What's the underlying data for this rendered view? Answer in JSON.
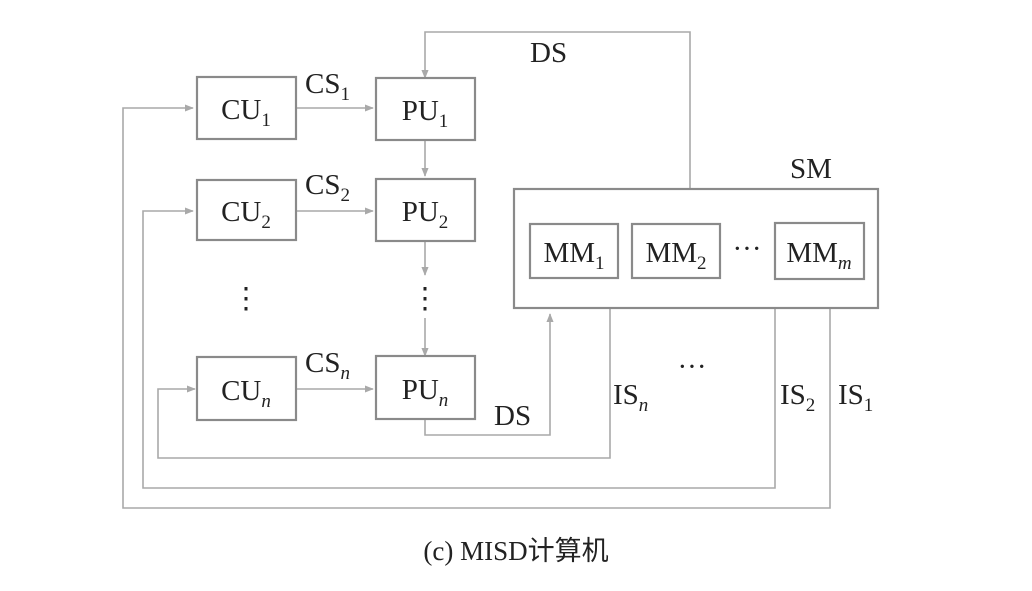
{
  "colors": {
    "wire": "#a9a9a9",
    "box_border": "#8a8a8a",
    "text": "#222222",
    "background": "#ffffff"
  },
  "cu": [
    {
      "base": "CU",
      "sub": "1",
      "sub_italic": false
    },
    {
      "base": "CU",
      "sub": "2",
      "sub_italic": false
    },
    {
      "base": "CU",
      "sub": "n",
      "sub_italic": true
    }
  ],
  "pu": [
    {
      "base": "PU",
      "sub": "1",
      "sub_italic": false
    },
    {
      "base": "PU",
      "sub": "2",
      "sub_italic": false
    },
    {
      "base": "PU",
      "sub": "n",
      "sub_italic": true
    }
  ],
  "cs": [
    {
      "base": "CS",
      "sub": "1",
      "sub_italic": false
    },
    {
      "base": "CS",
      "sub": "2",
      "sub_italic": false
    },
    {
      "base": "CS",
      "sub": "n",
      "sub_italic": true
    }
  ],
  "sm": {
    "label": "SM",
    "mm": [
      {
        "base": "MM",
        "sub": "1",
        "sub_italic": false
      },
      {
        "base": "MM",
        "sub": "2",
        "sub_italic": false
      },
      {
        "base": "MM",
        "sub": "m",
        "sub_italic": true
      }
    ],
    "ellipsis": "···"
  },
  "ds_top": "DS",
  "ds_bottom": "DS",
  "is": [
    {
      "base": "IS",
      "sub": "n",
      "sub_italic": true
    },
    {
      "base": "IS",
      "sub": "2",
      "sub_italic": false
    },
    {
      "base": "IS",
      "sub": "1",
      "sub_italic": false
    }
  ],
  "is_ellipsis": "···",
  "vdots": "⋮",
  "caption": "(c) MISD计算机"
}
